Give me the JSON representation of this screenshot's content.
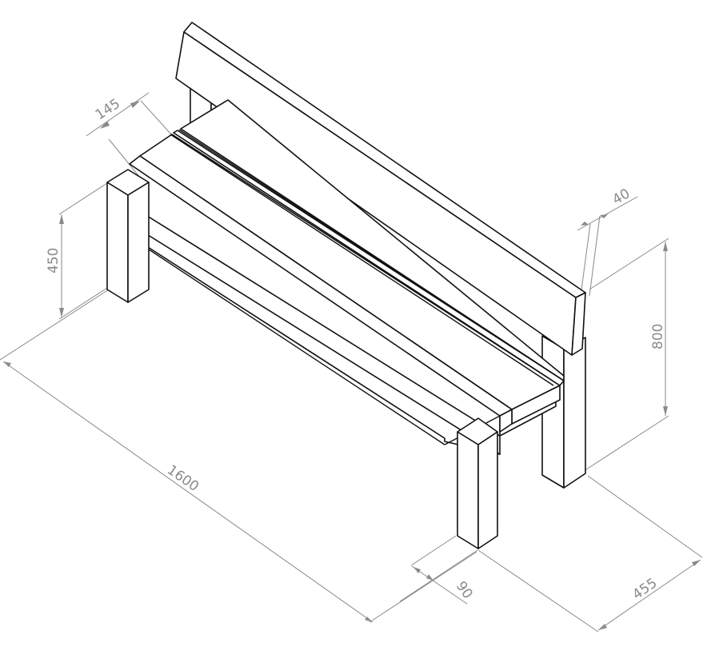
{
  "drawing": {
    "subject": "Garden bench with backrest (isometric line drawing)",
    "units": "mm",
    "line_color": "#111111",
    "dimension_color": "#8a8a8a",
    "background": "#ffffff"
  },
  "dimensions": {
    "seat_board_width": "145",
    "backrest_thickness": "40",
    "seat_height": "450",
    "overall_height": "800",
    "overall_length": "1600",
    "leg_size": "90",
    "overall_depth": "455"
  }
}
